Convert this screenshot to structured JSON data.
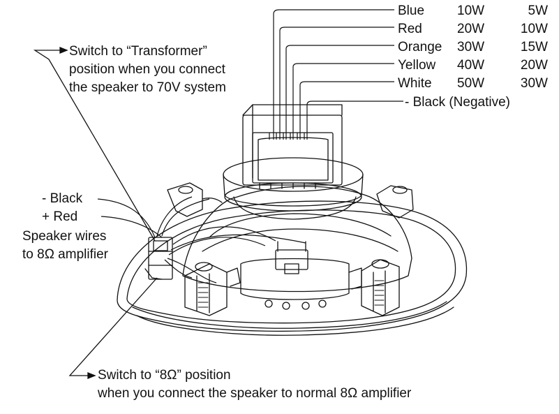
{
  "wire_table": [
    {
      "color": "Blue",
      "tap1": "10W",
      "tap2": "5W"
    },
    {
      "color": "Red",
      "tap1": "20W",
      "tap2": "10W"
    },
    {
      "color": "Orange",
      "tap1": "30W",
      "tap2": "15W"
    },
    {
      "color": "Yellow",
      "tap1": "40W",
      "tap2": "20W"
    },
    {
      "color": "White",
      "tap1": "50W",
      "tap2": "30W"
    }
  ],
  "negative_label": "- Black (Negative)",
  "transformer_note": {
    "line1": "Switch to “Transformer”",
    "line2": "position when you connect",
    "line3": "the speaker to 70V system"
  },
  "speaker_wires": {
    "black": "- Black",
    "red": "+ Red",
    "line1": "Speaker wires",
    "line2": "to 8Ω amplifier"
  },
  "eight_ohm_note": {
    "line1": "Switch to “8Ω” position",
    "line2": "when you connect the speaker to normal 8Ω  amplifier"
  },
  "colors": {
    "ink": "#111111",
    "background": "#ffffff"
  }
}
